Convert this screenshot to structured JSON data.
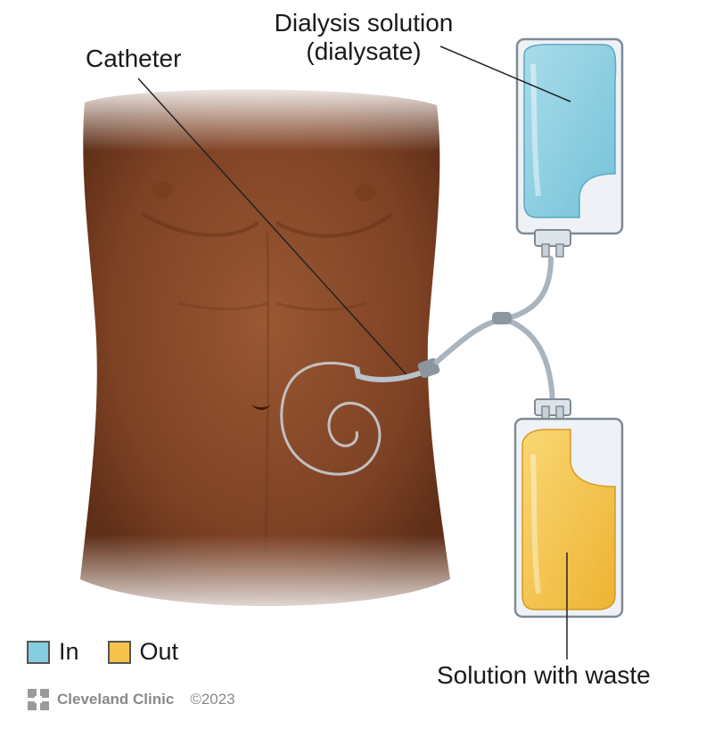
{
  "labels": {
    "catheter": "Catheter",
    "solution_line1": "Dialysis solution",
    "solution_line2": "(dialysate)",
    "waste": "Solution with waste"
  },
  "legend": [
    {
      "label": "In",
      "color": "#86cde0"
    },
    {
      "label": "Out",
      "color": "#f5c24e"
    }
  ],
  "credit": {
    "brand": "Cleveland Clinic",
    "copyright": "©2023",
    "logo_icon": "cleveland-clinic-logo-icon"
  },
  "colors": {
    "skin": "#8a4a2a",
    "skin_dark": "#5e2e17",
    "dialysate": "#8fd0e3",
    "waste": "#f4c04a",
    "bag": "#eef2f6",
    "tube": "#b9c3cc"
  }
}
